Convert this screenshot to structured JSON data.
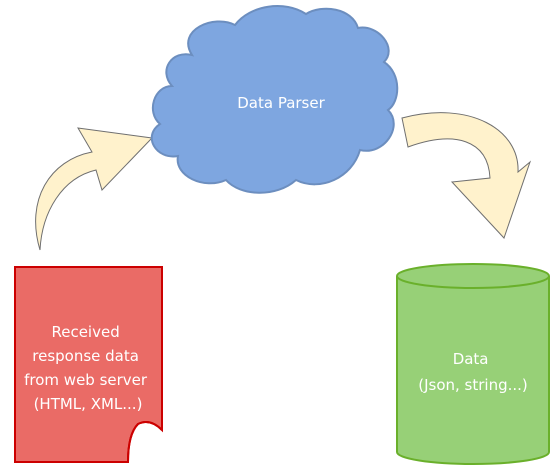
{
  "nodes": {
    "parser": {
      "label": "Data Parser",
      "color": "#7EA6E0",
      "stroke": "#6C8EBF"
    },
    "source": {
      "lines": [
        "Received",
        "response data",
        "from web server",
        "(HTML, XML...)"
      ],
      "color": "#EA6B66",
      "stroke": "#CC0000"
    },
    "output": {
      "lines": [
        "Data",
        "(Json, string...)"
      ],
      "color": "#97D077",
      "stroke": "#6AB02B"
    }
  },
  "arrows": {
    "color": "#FFF2CC",
    "stroke": "#6F6F6F"
  }
}
